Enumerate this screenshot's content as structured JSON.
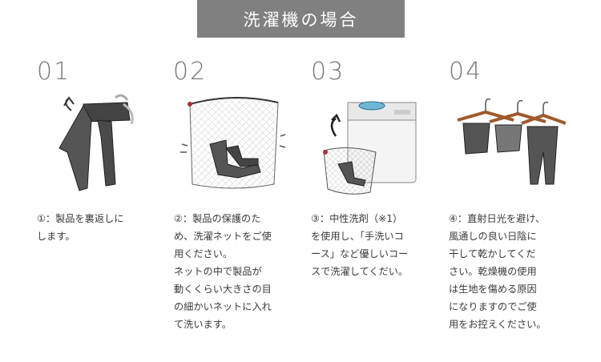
{
  "title": "洗濯機の場合",
  "steps": [
    {
      "number": "01",
      "text": "①：製品を裏返しに\nします。"
    },
    {
      "number": "02",
      "text": "②：製品の保護のた\nめ、洗濯ネットをご使\n用ください。\nネットの中で製品が\n動くくらい大きさの目\nの細かいネットに入れ\nて洗います。"
    },
    {
      "number": "03",
      "text": "③：中性洗剤（※1）\nを使用し、「手洗いコ\nース」など優しいコー\nスで洗濯してくだい。"
    },
    {
      "number": "04",
      "text": "④：直射日光を避け、\n風通しの良い日陰に\n干して乾かしてくだ\nさい。乾燥機の使用\nは生地を傷める原因\nになりますのでご使\n用をお控えください。"
    }
  ]
}
